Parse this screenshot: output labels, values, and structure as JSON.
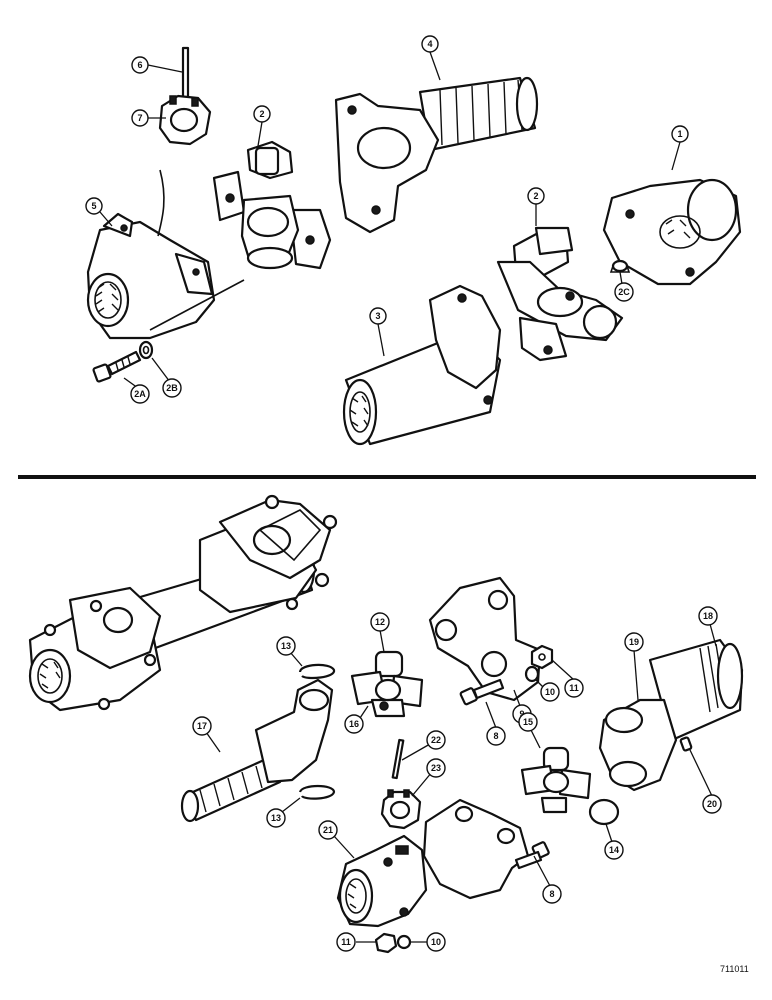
{
  "callouts": {
    "c1": "1",
    "c2a": "2",
    "c2b": "2",
    "c2a_bolt": "2A",
    "c2b_washer": "2B",
    "c2c": "2C",
    "c3": "3",
    "c4": "4",
    "c5": "5",
    "c6": "6",
    "c7": "7",
    "c8a": "8",
    "c8b": "8",
    "c9": "9",
    "c10a": "10",
    "c10b": "10",
    "c11a": "11",
    "c11b": "11",
    "c12": "12",
    "c13a": "13",
    "c13b": "13",
    "c14": "14",
    "c15": "15",
    "c16": "16",
    "c17": "17",
    "c18": "18",
    "c19": "19",
    "c20": "20",
    "c21": "21",
    "c22": "22",
    "c23": "23"
  },
  "reference_number": "711011"
}
